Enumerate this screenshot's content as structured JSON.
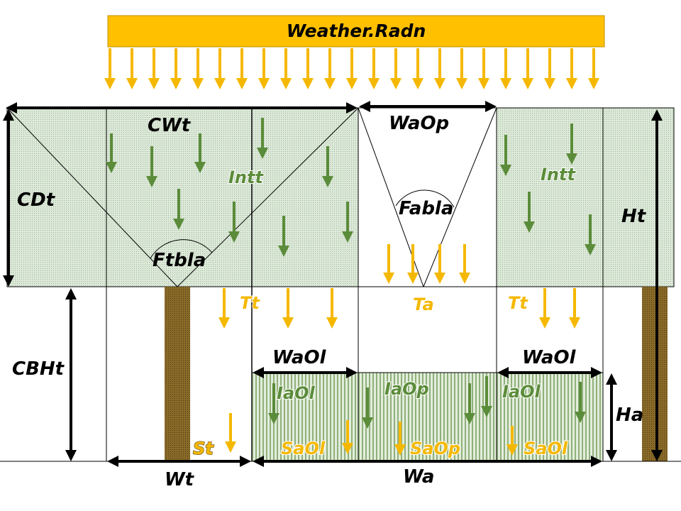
{
  "banner": {
    "label": "Weather.Radn"
  },
  "colors": {
    "banner_fill": "#FFC000",
    "banner_stroke": "#C09000",
    "radiation_arrow": "#F5B800",
    "canopy_arrow": "#5B8C3A",
    "tree_canopy_fill": "#D7E4D2",
    "alley_crop_fill": "#B4CBA0",
    "trunk_fill": "#8A6A28",
    "line": "#000000",
    "label_black": "#000000",
    "label_yellow": "#F5B800",
    "label_green": "#5B8C3A",
    "label_white": "#FFFFFF"
  },
  "labels": {
    "CWt": "CWt",
    "WaOp": "WaOp",
    "Intt_left": "Intt",
    "Intt_right": "Intt",
    "CDt": "CDt",
    "Fabla": "Fabla",
    "Ht": "Ht",
    "Ftbla": "Ftbla",
    "Tt_left": "Tt",
    "Ta": "Ta",
    "Tt_right": "Tt",
    "CBHt": "CBHt",
    "WaOl_left": "WaOl",
    "WaOl_right": "WaOl",
    "IaOl_left": "IaOl",
    "IaOp": "IaOp",
    "IaOl_right": "IaOl",
    "Ha": "Ha",
    "St": "St",
    "SaOl_left": "SaOl",
    "SaOp": "SaOp",
    "SaOl_right": "SaOl",
    "Wt": "Wt",
    "Wa": "Wa"
  },
  "icons": {
    "radiation": "down-arrow-icon",
    "dimension": "double-headed-arrow-icon"
  }
}
